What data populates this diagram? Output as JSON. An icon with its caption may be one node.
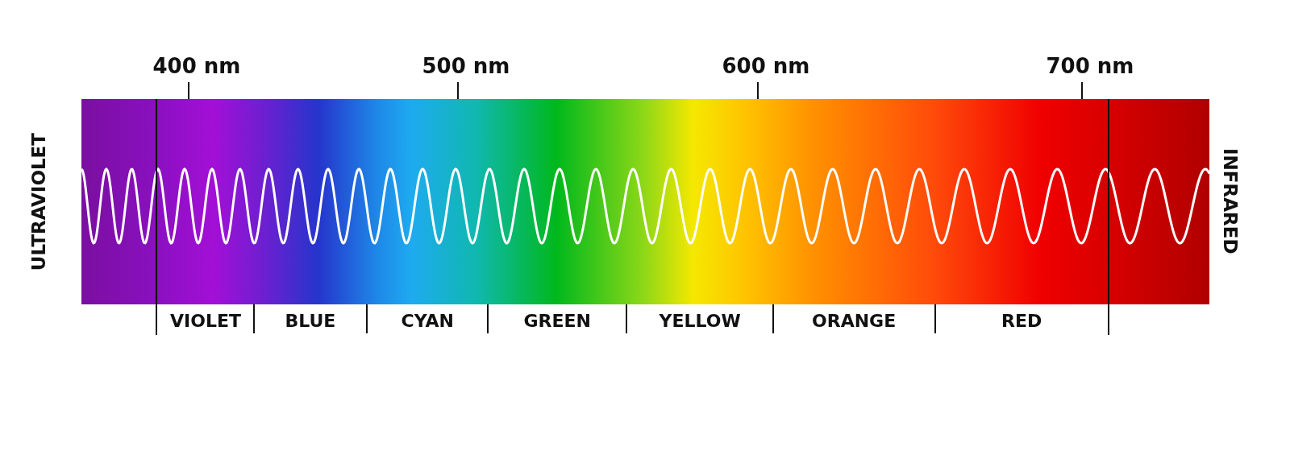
{
  "diagram": {
    "labels": [
      "400 nm",
      "500 nm",
      "600 nm",
      "700 nm",
      "ULTRAVIOLET",
      "INFRARED",
      "VIOLET",
      "BLUE",
      "CYAN",
      "GREEN",
      "YELLOW",
      "ORANGE",
      "RED"
    ]
  }
}
